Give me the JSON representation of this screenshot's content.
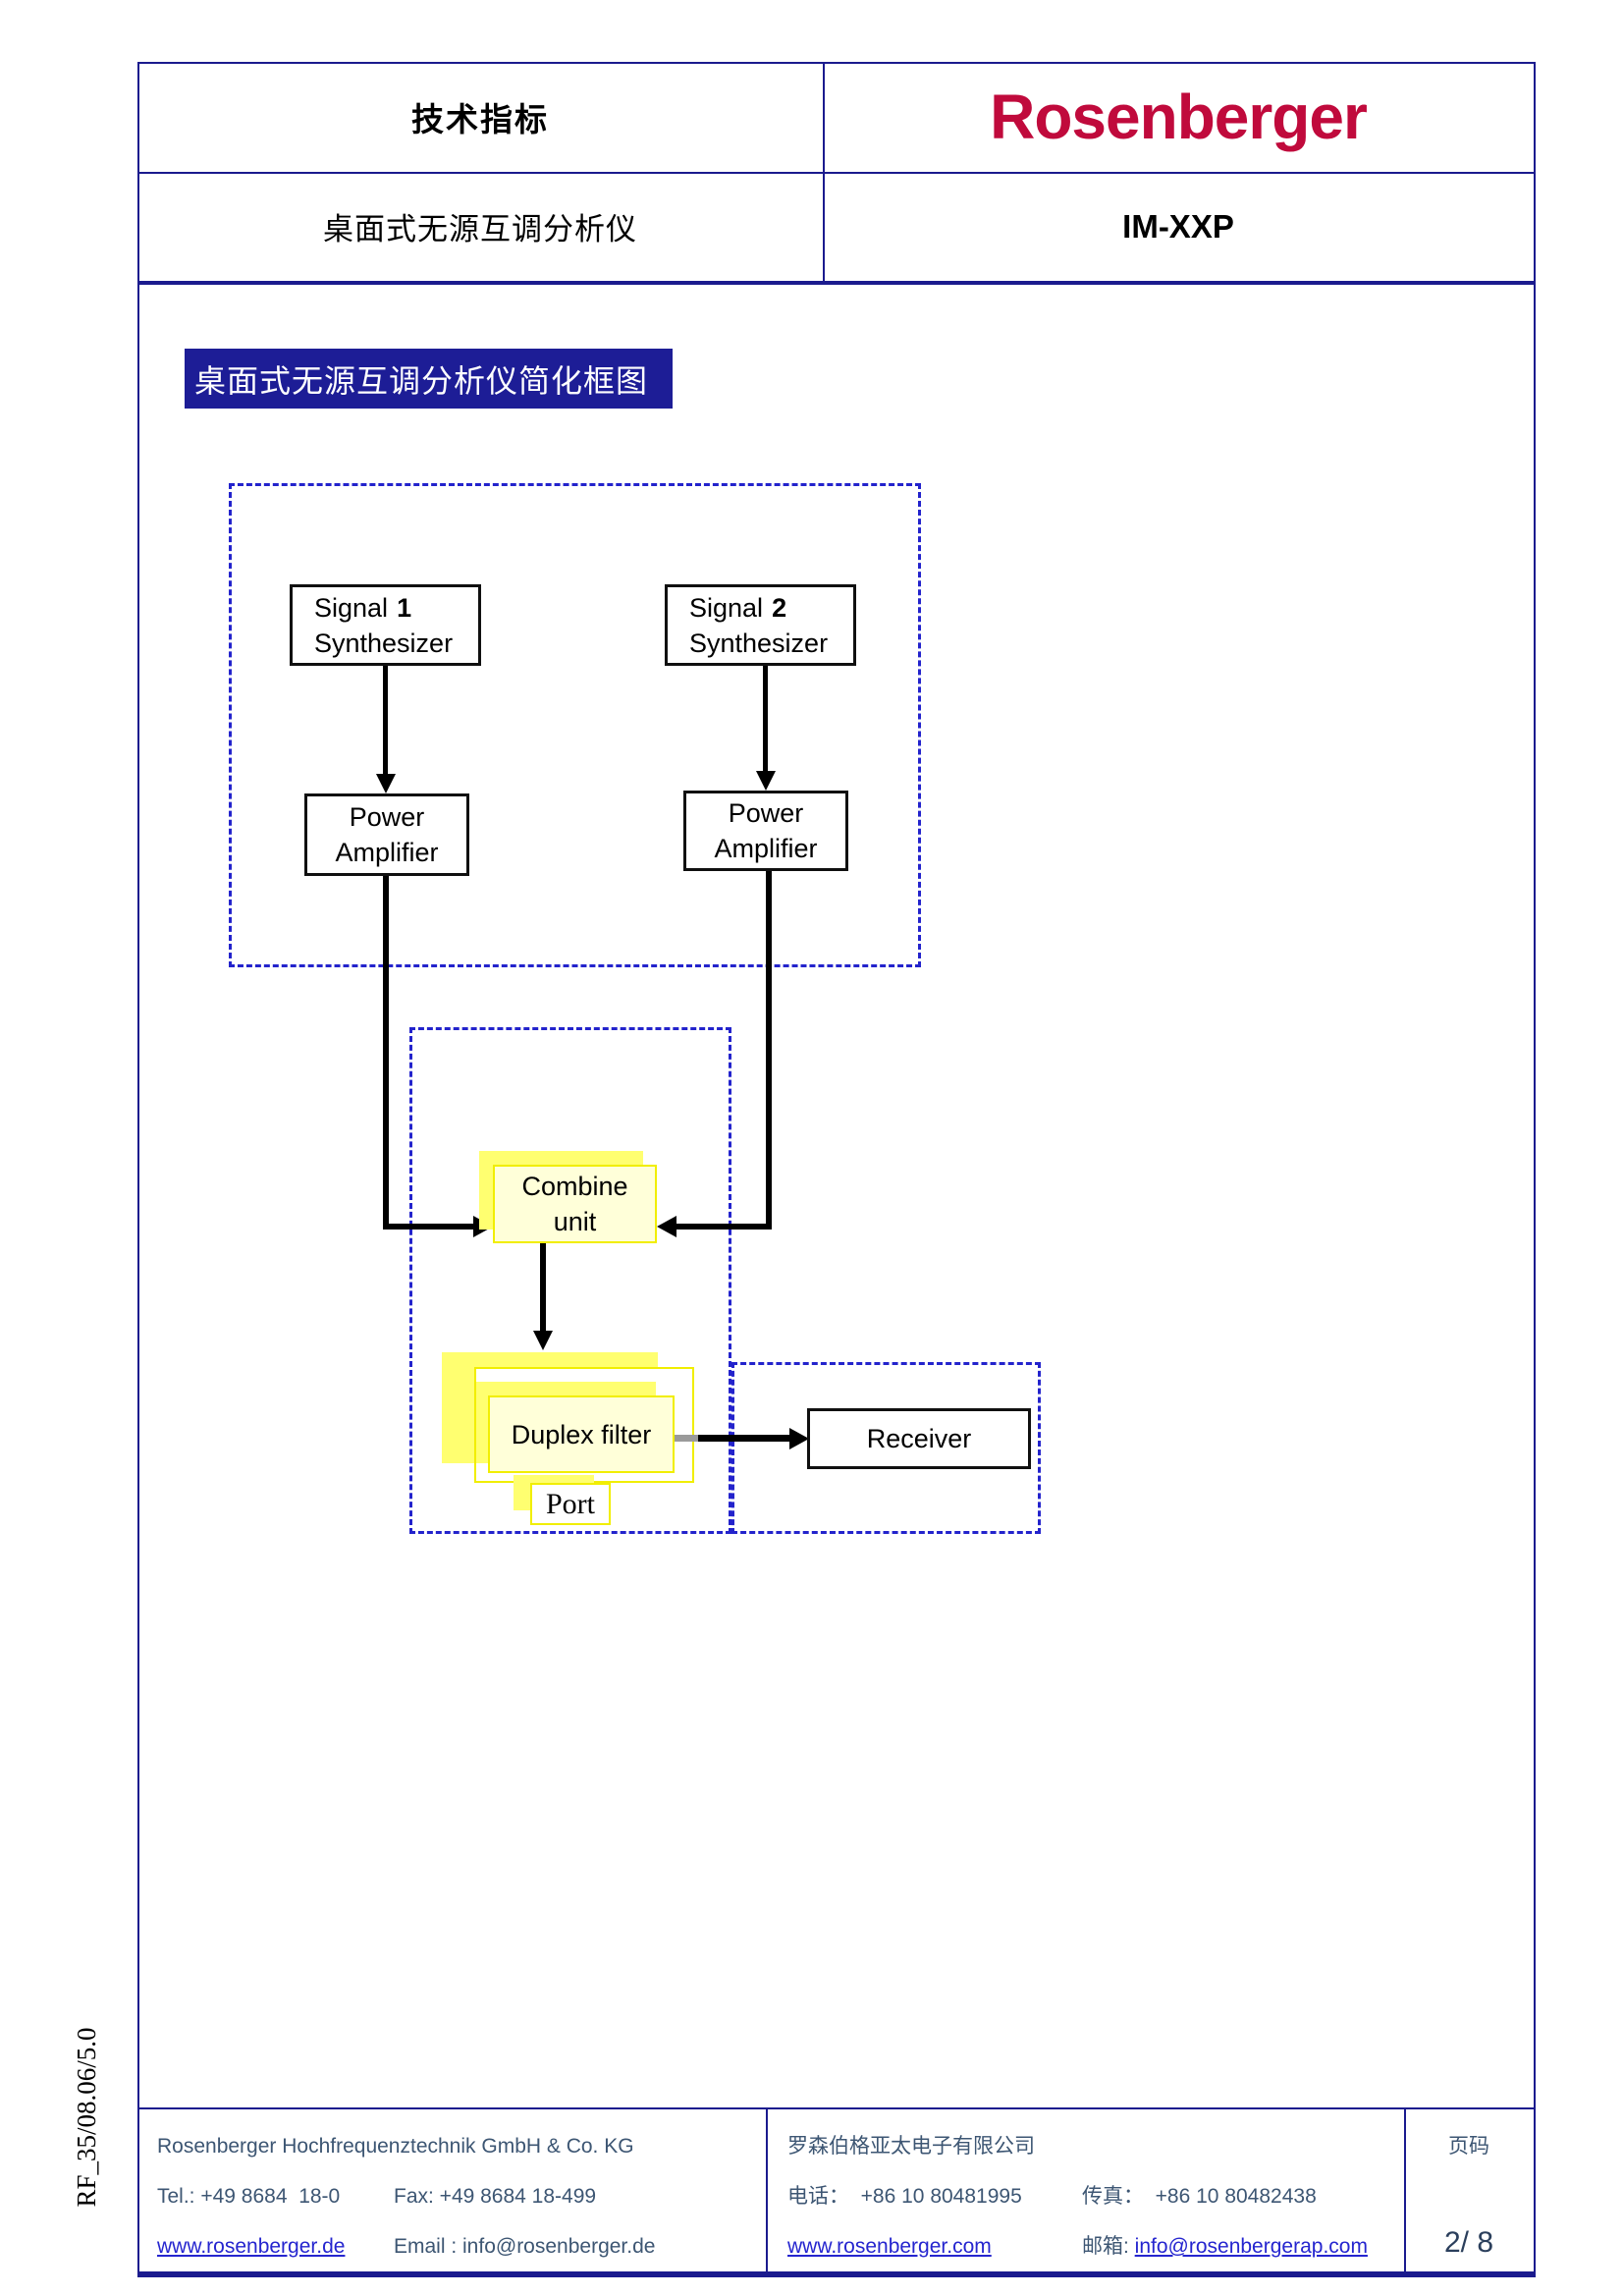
{
  "header": {
    "doc_type": "技术指标",
    "brand": "Rosenberger",
    "product_name": "桌面式无源互调分析仪",
    "model": "IM-XXP"
  },
  "section": {
    "diagram_title": "桌面式无源互调分析仪简化框图"
  },
  "diagram": {
    "signal1": {
      "word": "Signal",
      "num": "1",
      "line2": "Synthesizer"
    },
    "signal2": {
      "word": "Signal",
      "num": "2",
      "line2": "Synthesizer"
    },
    "pa1": {
      "line1": "Power",
      "line2": "Amplifier"
    },
    "pa2": {
      "line1": "Power",
      "line2": "Amplifier"
    },
    "combine": {
      "line1": "Combine",
      "line2": "unit"
    },
    "duplex": {
      "label": "Duplex filter"
    },
    "port": {
      "label": "Port"
    },
    "receiver": {
      "label": "Receiver"
    }
  },
  "footer": {
    "de": {
      "company": "Rosenberger Hochfrequenztechnik GmbH & Co. KG",
      "tel": "Tel.: +49 8684  18-0",
      "fax": "Fax: +49 8684 18-499",
      "web": "www.rosenberger.de",
      "email": "Email : info@rosenberger.de"
    },
    "cn": {
      "company": "罗森伯格亚太电子有限公司",
      "tel": "电话：  +86 10 80481995",
      "fax": "传真：  +86 10 80482438",
      "web": "www.rosenberger.com",
      "email_label": "邮箱: ",
      "email": "info@rosenbergerap.com"
    },
    "page": {
      "label": "页码",
      "value": "2/ 8"
    }
  },
  "side_code": "RF_35/08.06/5.0",
  "colors": {
    "navy_border": "#1b1b8e",
    "title_bar_bg": "#1d1d96",
    "dashed_blue": "#2323cc",
    "brand_crimson": "#c00a3c",
    "yellow_bright": "#ffff70",
    "yellow_pale": "#ffffd9",
    "yellow_border": "#f1ee00",
    "footer_text": "#3d5673",
    "link_blue": "#2525cf"
  }
}
